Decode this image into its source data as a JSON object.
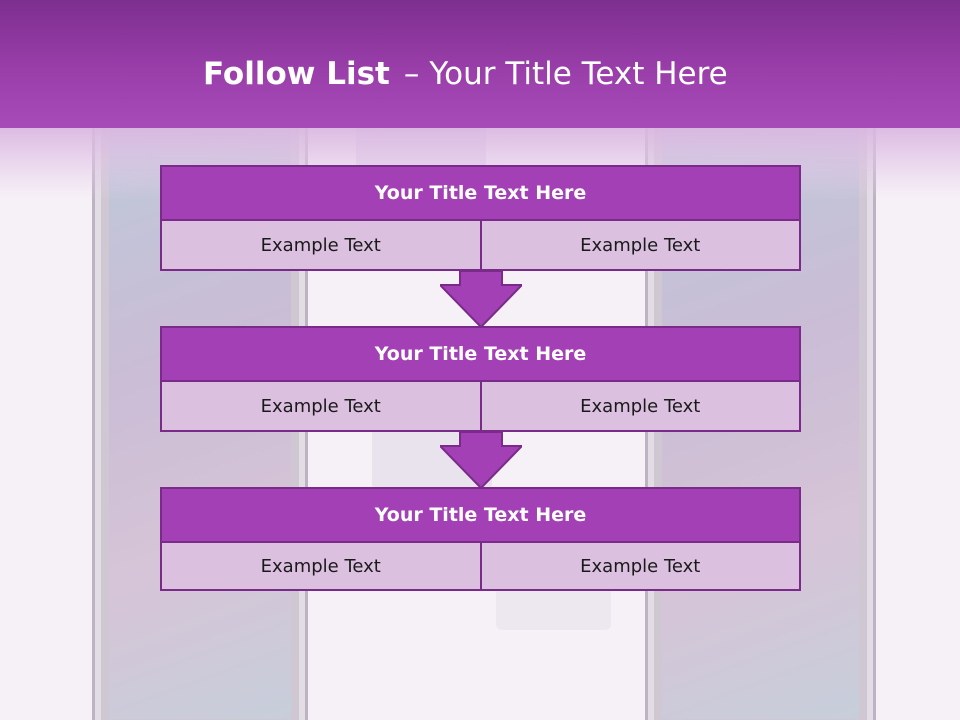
{
  "header": {
    "title_bold": "Follow List",
    "title_separator": "–",
    "title_rest": "Your Title Text Here"
  },
  "blocks": [
    {
      "title": "Your Title Text Here",
      "left": "Example Text",
      "right": "Example Text"
    },
    {
      "title": "Your Title Text Here",
      "left": "Example Text",
      "right": "Example Text"
    },
    {
      "title": "Your Title Text Here",
      "left": "Example Text",
      "right": "Example Text"
    }
  ],
  "colors": {
    "header": "#9a3eaa",
    "block_title": "#a440b6",
    "block_row": "#dbc0e0",
    "border": "#7a2b89",
    "arrow": "#a440b6"
  }
}
